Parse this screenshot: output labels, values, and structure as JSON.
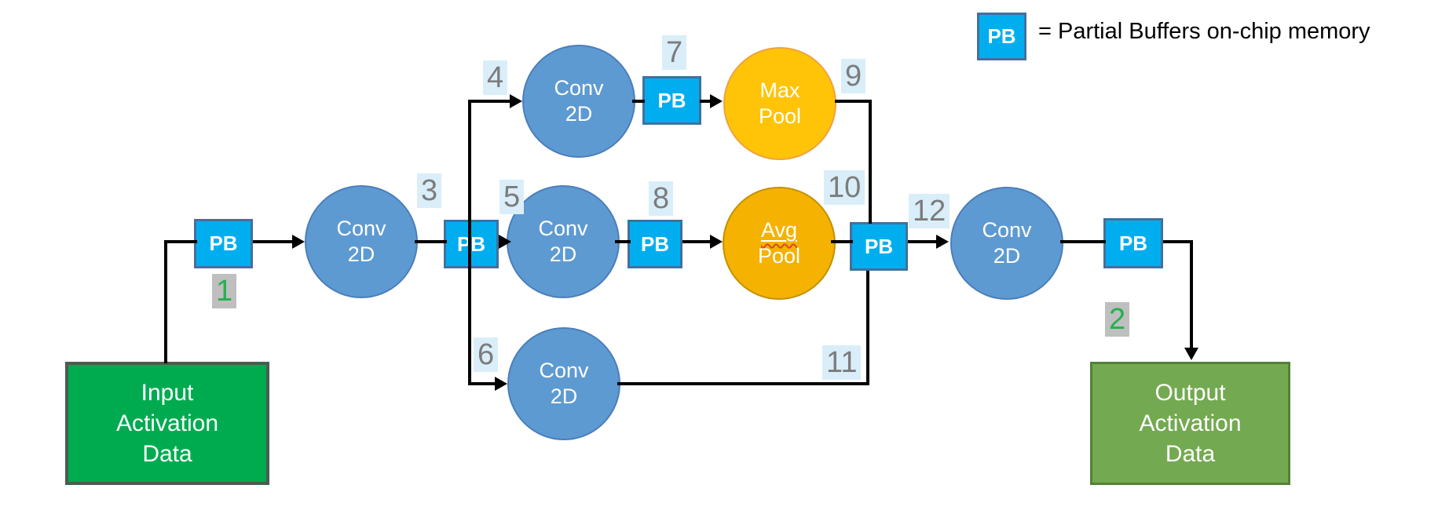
{
  "legend": {
    "pb": "PB",
    "text": "= Partial Buffers on-chip memory"
  },
  "nodes": {
    "input": {
      "lines": [
        "Input",
        "Activation",
        "Data"
      ]
    },
    "output": {
      "lines": [
        "Output",
        "Activation",
        "Data"
      ]
    },
    "conv2d": {
      "lines": [
        "Conv",
        "2D"
      ]
    },
    "max_pool": {
      "lines": [
        "Max",
        "Pool"
      ]
    },
    "avg_pool": {
      "lines": [
        "Avg",
        "Pool"
      ]
    },
    "pb": "PB"
  },
  "numbers": {
    "n1": "1",
    "n2": "2",
    "n3": "3",
    "n4": "4",
    "n5": "5",
    "n6": "6",
    "n7": "7",
    "n8": "8",
    "n9": "9",
    "n10": "10",
    "n11": "11",
    "n12": "12"
  },
  "colors": {
    "pb_fill": "#00AEEF",
    "pb_border": "#41719C",
    "conv_fill": "#5E9AD2",
    "max_pool_fill": "#FFC408",
    "avg_pool_fill": "#F5B201",
    "input_fill": "#00AB50",
    "output_fill": "#73A950",
    "number_highlight_bg": "#D9EEF9",
    "number_gray_bg": "#BFBFBF",
    "number_green_text": "#23B14D",
    "number_gray_text": "#7C7C7C"
  }
}
